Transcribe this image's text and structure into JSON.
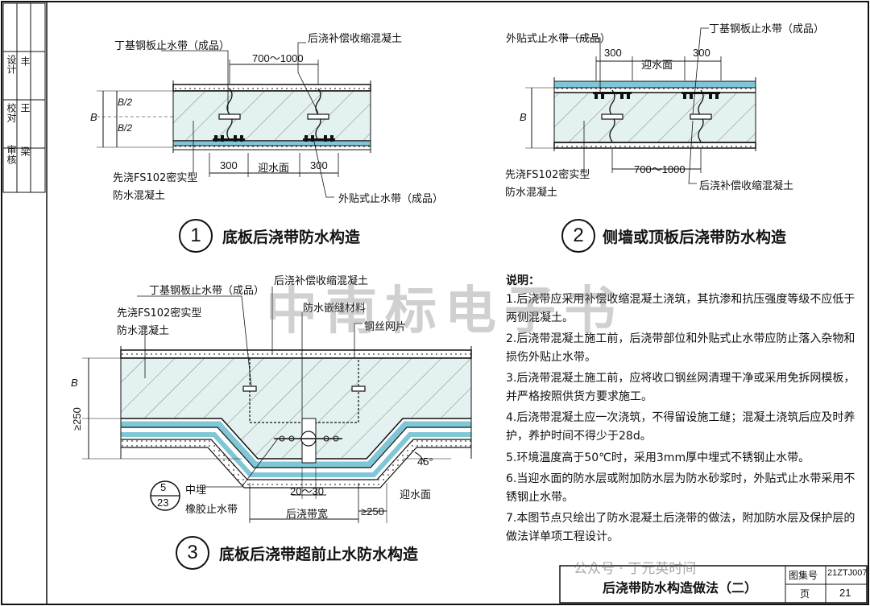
{
  "sheet": {
    "watermark": "中南标电子书",
    "wechat": "公众号 · 丁元英时间",
    "title_block": {
      "drawing_name": "后浇带防水构造做法（二）",
      "atlas_label": "图集号",
      "atlas_no": "21ZTJ007",
      "page_label": "页",
      "page_no": "21"
    },
    "sign_column": [
      "审核",
      "校对",
      "设计"
    ],
    "sign_names": [
      "梁",
      "王",
      "丰"
    ]
  },
  "fig1": {
    "number": "1",
    "title": "底板后浇带防水构造",
    "label_steel_stop": "丁基钢板止水带（成品）",
    "label_post_concrete": "后浇补偿收缩混凝土",
    "label_precast": "先浇FS102密实型",
    "label_precast2": "防水混凝土",
    "label_external_stop": "外贴式止水带（成品）",
    "label_water_face": "迎水面",
    "dim_width": "700～1000",
    "dim_300_left": "300",
    "dim_300_right": "300",
    "dim_B": "B",
    "dim_B2_top": "B/2",
    "dim_B2_bottom": "B/2"
  },
  "fig2": {
    "number": "2",
    "title": "侧墙或顶板后浇带防水构造",
    "label_external_stop": "外贴式止水带（成品）",
    "label_steel_stop": "丁基钢板止水带（成品）",
    "label_water_face": "迎水面",
    "label_precast": "先浇FS102密实型",
    "label_precast2": "防水混凝土",
    "label_post_concrete": "后浇补偿收缩混凝土",
    "dim_300_left": "300",
    "dim_300_right": "300",
    "dim_width": "700～1000",
    "dim_B": "B"
  },
  "fig3": {
    "number": "3",
    "title": "底板后浇带超前止水防水构造",
    "label_steel_stop": "丁基钢板止水带（成品）",
    "label_post_concrete": "后浇补偿收缩混凝土",
    "label_sealant": "防水嵌缝材料",
    "label_mesh": "钢丝网片",
    "label_precast": "先浇FS102密实型",
    "label_precast2": "防水混凝土",
    "label_rubber1": "中埋",
    "label_rubber2": "橡胶止水带",
    "ref_top": "5",
    "ref_bottom": "23",
    "label_water_face": "迎水面",
    "label_band_width": "后浇带宽",
    "dim_gap": "20～30",
    "dim_250_left": "≥250",
    "dim_250_right": "≥250",
    "dim_B": "B",
    "angle": "45°"
  },
  "notes": {
    "heading": "说明：",
    "items": [
      "1.后浇带应采用补偿收缩混凝土浇筑，其抗渗和抗压强度等级不应低于",
      "   两侧混凝土。",
      "2.后浇带混凝土施工前，后浇带部位和外贴式止水带应防止落入杂物和",
      "   损伤外贴止水带。",
      "3.后浇带混凝土施工前，应将收口钢丝网清理干净或采用免拆网模板，",
      "   并严格按照供货方要求施工。",
      "4.后浇带混凝土应一次浇筑，不得留设施工缝；混凝土浇筑后应及时养",
      "   护，养护时间不得少于28d。",
      "5.环境温度高于50℃时，采用3mm厚中埋式不锈钢止水带。",
      "6.当迎水面的防水层或附加防水层为防水砂浆时，外贴式止水带采用不",
      "   锈钢止水带。",
      "7.本图节点只绘出了防水混凝土后浇带的做法，附加防水层及保护层的",
      "   做法详单项工程设计。"
    ]
  },
  "colors": {
    "concrete_fill": "#e3f1f1",
    "membrane": "#7fc7d6",
    "line": "#111111",
    "watermark": "#888888"
  }
}
